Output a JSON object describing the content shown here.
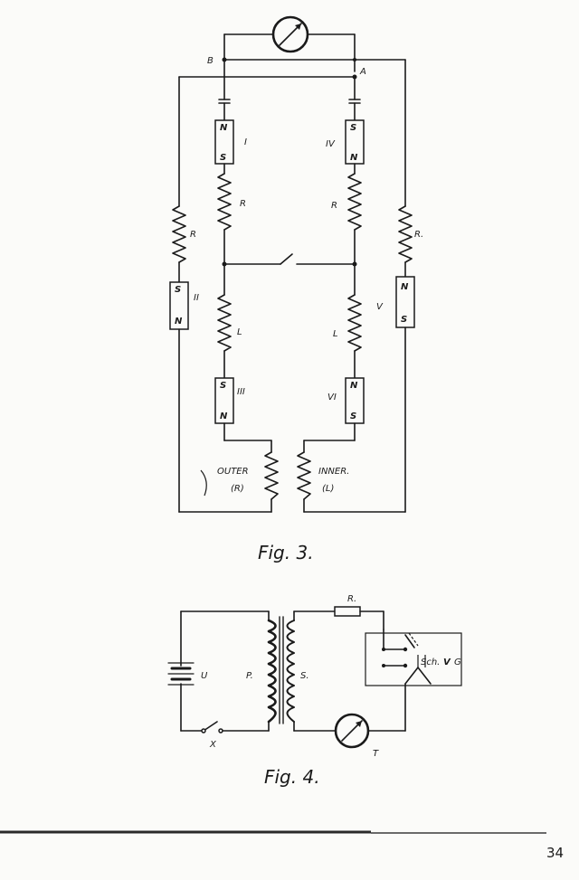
{
  "fig3": {
    "caption": "Fig. 3.",
    "node_b": "B",
    "node_a": "A",
    "magnets": [
      {
        "id": "I",
        "top": "N",
        "bottom": "S"
      },
      {
        "id": "II",
        "top": "S",
        "bottom": "N"
      },
      {
        "id": "III",
        "top": "S",
        "bottom": "N"
      },
      {
        "id": "IV",
        "top": "S",
        "bottom": "N"
      },
      {
        "id": "V",
        "top": "N",
        "bottom": "S"
      },
      {
        "id": "VI",
        "top": "N",
        "bottom": "S"
      }
    ],
    "resistor_r": "R",
    "resistor_r_dot": "R.",
    "resistor_l": "L",
    "coil_outer": "OUTER",
    "coil_outer_sub": "(R)",
    "coil_inner": "INNER.",
    "coil_inner_sub": "(L)"
  },
  "fig4": {
    "caption": "Fig. 4.",
    "battery": "U",
    "primary": "P.",
    "secondary": "S.",
    "resistor": "R.",
    "shunt": "Sch.",
    "galvanometer": "G",
    "key": "X",
    "meter": "T",
    "commutator": "V"
  },
  "page_number": "34"
}
